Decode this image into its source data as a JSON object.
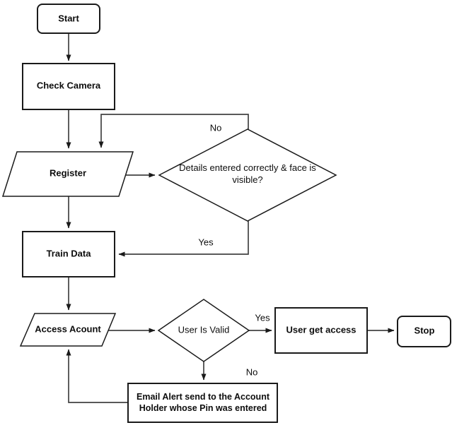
{
  "colors": {
    "shape_border": "#1a1a1a",
    "connector": "#424242",
    "shape_fill": "#ffffff",
    "background": "#ffffff",
    "text": "#0d0d0d"
  },
  "nodes": {
    "start": {
      "label": "Start"
    },
    "check_camera": {
      "label": "Check Camera"
    },
    "register": {
      "label": "Register"
    },
    "details_decision": {
      "label": "Details entered correctly & face is visible?",
      "lines": {
        "0": "Details entered correctly & face is",
        "1": "visible?"
      }
    },
    "train_data": {
      "label": "Train Data"
    },
    "access_account": {
      "label": "Access Acount"
    },
    "valid_decision": {
      "label": "User Is Valid"
    },
    "user_get_access": {
      "label": "User get access"
    },
    "stop": {
      "label": "Stop"
    },
    "email_alert": {
      "label": "Email Alert send to the Account Holder whose Pin was entered",
      "lines": {
        "0": "Email Alert send to the Account",
        "1": "Holder whose Pin was entered"
      }
    }
  },
  "edge_labels": {
    "details_no": "No",
    "details_yes": "Yes",
    "valid_yes": "Yes",
    "valid_no": "No"
  }
}
